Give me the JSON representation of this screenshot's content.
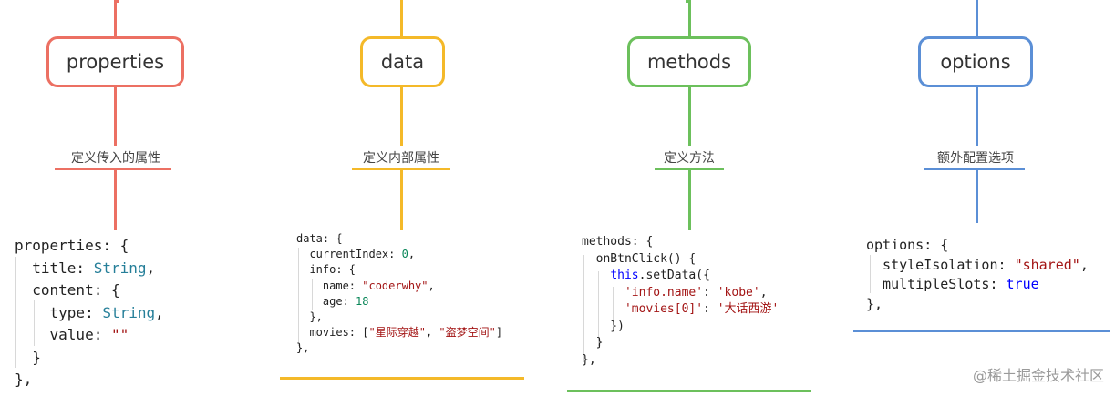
{
  "colors": {
    "properties": "#ec7063",
    "data": "#f4b929",
    "methods": "#6cc05c",
    "options": "#5b8fd6"
  },
  "columns": [
    {
      "id": "properties",
      "label": "properties",
      "description": "定义传入的属性",
      "code": [
        [
          [
            "k",
            "properties: {"
          ]
        ],
        [
          [
            "k",
            "  title: "
          ],
          [
            "t",
            "String"
          ],
          [
            "k",
            ","
          ]
        ],
        [
          [
            "k",
            "  content: {"
          ]
        ],
        [
          [
            "k",
            "    type: "
          ],
          [
            "t",
            "String"
          ],
          [
            "k",
            ","
          ]
        ],
        [
          [
            "k",
            "    value: "
          ],
          [
            "s",
            "\"\""
          ]
        ],
        [
          [
            "k",
            "  }"
          ]
        ],
        [
          [
            "k",
            "},"
          ]
        ]
      ]
    },
    {
      "id": "data",
      "label": "data",
      "description": "定义内部属性",
      "code": [
        [
          [
            "k",
            "data: {"
          ]
        ],
        [
          [
            "k",
            "  currentIndex: "
          ],
          [
            "n",
            "0"
          ],
          [
            "k",
            ","
          ]
        ],
        [
          [
            "k",
            "  info: {"
          ]
        ],
        [
          [
            "k",
            "    name: "
          ],
          [
            "s",
            "\"coderwhy\""
          ],
          [
            "k",
            ","
          ]
        ],
        [
          [
            "k",
            "    age: "
          ],
          [
            "n",
            "18"
          ]
        ],
        [
          [
            "k",
            "  },"
          ]
        ],
        [
          [
            "k",
            "  movies: ["
          ],
          [
            "s",
            "\"星际穿越\""
          ],
          [
            "k",
            ", "
          ],
          [
            "s",
            "\"盗梦空间\""
          ],
          [
            "k",
            "]"
          ]
        ],
        [
          [
            "k",
            "},"
          ]
        ]
      ]
    },
    {
      "id": "methods",
      "label": "methods",
      "description": "定义方法",
      "code": [
        [
          [
            "k",
            "methods: {"
          ]
        ],
        [
          [
            "k",
            "  onBtnClick() {"
          ]
        ],
        [
          [
            "k",
            "    "
          ],
          [
            "b",
            "this"
          ],
          [
            "k",
            ".setData({"
          ]
        ],
        [
          [
            "k",
            "      "
          ],
          [
            "s",
            "'info.name'"
          ],
          [
            "k",
            ": "
          ],
          [
            "s",
            "'kobe'"
          ],
          [
            "k",
            ","
          ]
        ],
        [
          [
            "k",
            "      "
          ],
          [
            "s",
            "'movies[0]'"
          ],
          [
            "k",
            ": "
          ],
          [
            "s",
            "'大话西游'"
          ]
        ],
        [
          [
            "k",
            "    })"
          ]
        ],
        [
          [
            "k",
            "  }"
          ]
        ],
        [
          [
            "k",
            "},"
          ]
        ]
      ]
    },
    {
      "id": "options",
      "label": "options",
      "description": "额外配置选项",
      "code": [
        [
          [
            "k",
            "options: {"
          ]
        ],
        [
          [
            "k",
            "  styleIsolation: "
          ],
          [
            "s",
            "\"shared\""
          ],
          [
            "k",
            ","
          ]
        ],
        [
          [
            "k",
            "  multipleSlots: "
          ],
          [
            "b",
            "true"
          ]
        ],
        [
          [
            "k",
            "},"
          ]
        ]
      ]
    }
  ],
  "watermark": "@稀土掘金技术社区"
}
